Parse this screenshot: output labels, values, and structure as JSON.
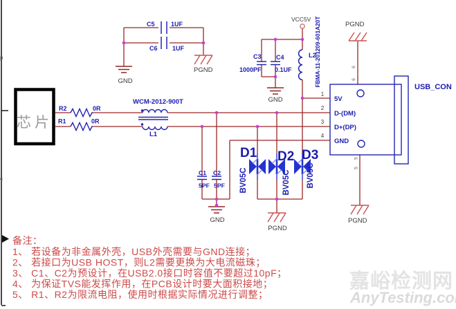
{
  "schematic": {
    "chip": {
      "label": "芯片"
    },
    "frame": {
      "edge_glyph_top": "p",
      "edge_glyph_bottom": "c"
    },
    "nets": {
      "vcc": "VCC5V",
      "gnd": "GND",
      "pgnd": "PGND"
    },
    "r2": {
      "ref": "R2",
      "value": "0R"
    },
    "r1": {
      "ref": "R1",
      "value": "0R"
    },
    "l1": {
      "ref": "L1",
      "part": "WCM-2012-900T"
    },
    "l2": {
      "ref": "L2",
      "part": "FBMA-11-201209-601A20T"
    },
    "c5": {
      "ref": "C5",
      "value": "1UF"
    },
    "c6": {
      "ref": "C6",
      "value": "1UF"
    },
    "c3": {
      "ref": "C3",
      "value": "1000PF"
    },
    "c4": {
      "ref": "C4",
      "value": "0.1UF"
    },
    "c1": {
      "ref": "C1",
      "value": "5PF"
    },
    "c2": {
      "ref": "C2",
      "value": "5PF"
    },
    "d1": {
      "ref": "D1",
      "part": "BV05C"
    },
    "d2": {
      "ref": "D2",
      "part": "BV05C"
    },
    "d3": {
      "ref": "D3",
      "part": "BV05C"
    },
    "usb": {
      "title": "USB_CON",
      "pin1": {
        "num": "1",
        "name": "5V"
      },
      "pin2": {
        "num": "2",
        "name": "D-(DM)"
      },
      "pin3": {
        "num": "3",
        "name": "D+(DP)"
      },
      "pin4": {
        "num": "4",
        "name": "GND"
      },
      "pin6_num": "6",
      "pin5_num": "5"
    }
  },
  "notes": {
    "heading": "备注：",
    "items": [
      "1、 若设备为非金属外壳，USB外壳需要与GND连接；",
      "2、 若接口为USB HOST，则L2需要更换为大电流磁珠；",
      "3、 C1、C2为预设计，在USB2.0接口时容值不要超过10pF；",
      "4、 为保证TVS能发挥作用，在PCB设计时要大面积接地；",
      "5、 R1、R2为限流电阻，使用时根据实际情况进行调整；"
    ]
  },
  "watermark": {
    "cn": "嘉峪检测网",
    "en": "AnyTesting.com"
  },
  "colors": {
    "wire": "#992626",
    "symbol_blue": "#2323b0",
    "diode_blue": "#2433cf",
    "junction_dot": "#d23ad2",
    "gnd_symbol": "#8d2525",
    "pgnd_symbol": "#cc5050",
    "note_red": "#cc4a4a"
  }
}
